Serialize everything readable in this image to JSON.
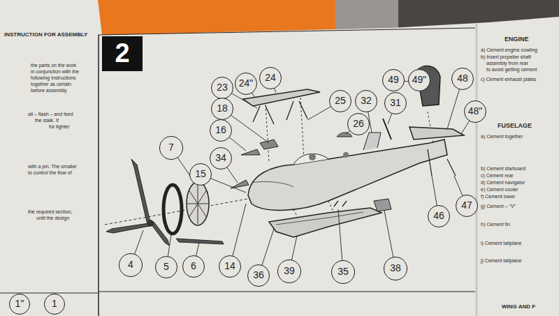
{
  "diagram": {
    "nodes": [
      {
        "text": [
          "2"
        ]
      },
      {
        "text": [
          "24\""
        ]
      },
      {
        "text": [
          "24"
        ]
      },
      {
        "text": [
          "49"
        ]
      },
      {
        "text": [
          "49\""
        ]
      },
      {
        "text": [
          "48"
        ]
      },
      {
        "text": [
          "23"
        ]
      },
      {
        "text": [
          "25"
        ]
      },
      {
        "text": [
          "32"
        ]
      },
      {
        "text": [
          "31"
        ]
      },
      {
        "text": [
          "18"
        ]
      },
      {
        "text": [
          "26"
        ]
      },
      {
        "text": [
          "48\""
        ]
      },
      {
        "text": [
          "16"
        ]
      },
      {
        "text": [
          "7"
        ]
      },
      {
        "text": [
          "34"
        ]
      },
      {
        "text": [
          "15"
        ]
      },
      {
        "text": [
          "47"
        ]
      },
      {
        "text": [
          "46"
        ]
      },
      {
        "text": [
          "4"
        ]
      },
      {
        "text": [
          "5"
        ]
      },
      {
        "text": [
          "6"
        ]
      },
      {
        "text": [
          "14"
        ]
      },
      {
        "text": [
          "38"
        ]
      },
      {
        "text": [
          "39"
        ]
      },
      {
        "text": [
          "35"
        ]
      },
      {
        "text": [
          "36"
        ]
      },
      {
        "text": [
          "1\""
        ]
      },
      {
        "text": [
          "1"
        ]
      }
    ],
    "labels": [
      "INSTRUCTION FOR ASSEMBLY",
      "the parts on the work",
      "in conjunction with the",
      "following instructions",
      "together as certain",
      "before assembly.",
      "all – flash – and feed",
      "the stalk. If",
      "for tighter",
      "with a pin. The smaller",
      "to control the flow of",
      "the required section,",
      "until the design",
      "ENGINE",
      "a) Cement engine cowling",
      "b) Insert propeller shaft",
      "assembly from rear",
      "to avoid getting cement",
      "c) Cement exhaust plates",
      "FUSELAGE",
      "a) Cement together",
      "b) Cement starboard",
      "c) Cement rear",
      "d) Cement navigator",
      "e) Cement cooler",
      "f) Cement lower",
      "g) Cement – \"V\"",
      "h) Cement fin",
      "i) Cement tailplane",
      "j) Cement tailplane",
      "WING AND F"
    ]
  }
}
